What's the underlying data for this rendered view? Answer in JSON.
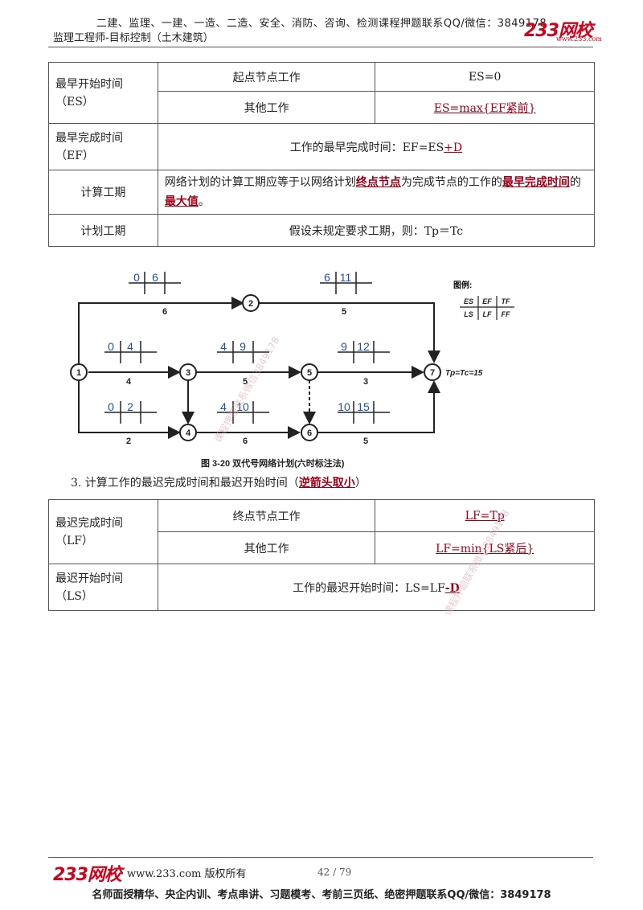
{
  "header": {
    "ad_line": "二建、监理、一建、一造、二造、安全、消防、咨询、检测课程押题联系QQ/微信：3849178",
    "doc_title": "监理工程师-目标控制（土木建筑）",
    "logo": "233网校",
    "logo_sub": "www.233.com"
  },
  "table1": {
    "r1_label": "最早开始时间（ES）",
    "r1a_case": "起点节点工作",
    "r1a_formula": "ES=0",
    "r1b_case": "其他工作",
    "r1b_formula": "ES=max{EF紧前}",
    "r2_label": "最早完成时间（EF）",
    "r2_text": "工作的最早完成时间：EF=ES",
    "r2_red": "+D",
    "r3_label": "计算工期",
    "r3_t1": "网络计划的计算工期应等于以网络计划",
    "r3_r1": "终点节点",
    "r3_t2": "为完成节点的工作的",
    "r3_r2": "最早完成时间",
    "r3_t3": "的",
    "r3_r3": "最大值",
    "r3_t4": "。",
    "r4_label": "计划工期",
    "r4_text": "假设未规定要求工期，则：Tp＝Tc"
  },
  "figure": {
    "caption": "图 3-20   双代号网络计划(六时标注法)",
    "legend_title": "图例:",
    "legend": [
      "ES",
      "EF",
      "TF",
      "LS",
      "LF",
      "FF"
    ],
    "tp_label": "Tp=Tc=15",
    "nodes": [
      "1",
      "2",
      "3",
      "4",
      "5",
      "6",
      "7"
    ],
    "durations": [
      "6",
      "5",
      "4",
      "5",
      "3",
      "2",
      "6",
      "5"
    ],
    "es_ef": [
      {
        "es": "0",
        "ef": "6"
      },
      {
        "es": "6",
        "ef": "11"
      },
      {
        "es": "0",
        "ef": "4"
      },
      {
        "es": "4",
        "ef": "9"
      },
      {
        "es": "9",
        "ef": "12"
      },
      {
        "es": "0",
        "ef": "2"
      },
      {
        "es": "4",
        "ef": "10"
      },
      {
        "es": "10",
        "ef": "15"
      }
    ]
  },
  "para": {
    "text": "3. 计算工作的最迟完成时间和最迟开始时间（",
    "red": "逆箭头取小",
    "end": "）"
  },
  "table2": {
    "r1_label": "最迟完成时间（LF）",
    "r1a_case": "终点节点工作",
    "r1a_formula": "LF=Tp",
    "r1b_case": "其他工作",
    "r1b_formula": "LF=min{LS紧后}",
    "r2_label": "最迟开始时间（LS）",
    "r2_text": "工作的最迟开始时间：LS=LF",
    "r2_red": "-D"
  },
  "footer": {
    "logo": "233网校",
    "url": "www.233.com 版权所有",
    "page": "42 / 79",
    "ad_line": "名师面授精华、央企内训、考点串讲、习题模考、考前三页纸、绝密押题联系QQ/微信：3849178"
  },
  "watermark": "课程押题联系微信3849178",
  "colors": {
    "accent": "#a00018",
    "blue_numbers": "#1f4fa8",
    "logo": "#d0021b"
  }
}
